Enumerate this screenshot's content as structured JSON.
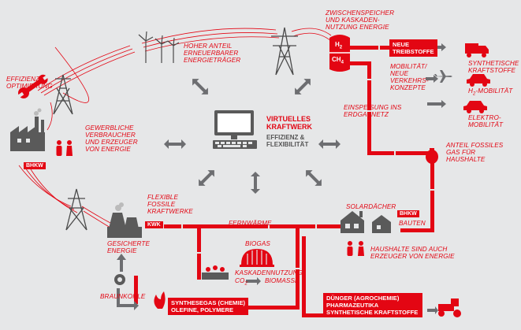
{
  "colors": {
    "background": "#e6e7e8",
    "accent": "#e30613",
    "dark": "#5a5a5a",
    "arrow": "#6d6e71"
  },
  "center": {
    "title": "VIRTUELLES\nKRAFTWERK",
    "subtitle": "EFFIZIENZ &\nFLEXIBILITÄT"
  },
  "labels": {
    "erneuerbar": "HOHER ANTEIL\nERNEUERBARER\nENERGIETRÄGER",
    "zwischenspeicher": "ZWISCHENSPEICHER\nUND KASKADEN-\nNUTZUNG ENERGIE",
    "effizienz": "EFFIZIENZ-\nOPTIMIERUNG",
    "gewerbe": "GEWERBLICHE\nVERBRAUCHER\nUND ERZEUGER\nVON ENERGIE",
    "flexible": "FLEXIBLE\nFOSSILE\nKRAFTWERKE",
    "gesichert": "GESICHERTE\nENERGIE",
    "braunkohle": "BRAUNKOHLE",
    "fernwaerme": "FERNWÄRME",
    "biogas": "BIOGAS",
    "kaskade_line1": "KASKADENNUTZUNG",
    "co2": "CO",
    "co2_sub": "2",
    "biomasse": "BIOMASSE",
    "solar": "SOLARDÄCHER",
    "bauten": "BAUTEN",
    "haushalte": "HAUSHALTE SIND AUCH\nERZEUGER VON ENERGIE",
    "fossil": "ANTEIL FOSSILES\nGAS FÜR\nHAUSHALTE",
    "einspeisung": "EINSPEISUNG INS\nERDGASNETZ",
    "mobilitaet": "MOBILITÄT/\nNEUE\nVERKEHRS-\nKONZEPTE",
    "synth_kraft": "SYNTHETISCHE\nKRAFTSTOFFE",
    "h2_mob_a": "H",
    "h2_mob_sub": "2",
    "h2_mob_b": "-MOBILITÄT",
    "elektro": "ELEKTRO-\nMOBILITÄT"
  },
  "boxes": {
    "treibstoffe": "NEUE\nTREIBSTOFFE",
    "synthesegas": "SYNTHESEGAS (CHEMIE)\nOLEFINE, POLYMERE",
    "duenger": "DÜNGER (AGROCHEMIE)\nPHARMAZEUTIKA\nSYNTHETISCHE KRAFTSTOFFE"
  },
  "tags": {
    "bhkw_left": "BHKW",
    "bhkw_right": "BHKW",
    "kwk": "KWK"
  },
  "gas": {
    "h2": "H",
    "h2_sub": "2",
    "ch4": "CH",
    "ch4_sub": "4"
  }
}
